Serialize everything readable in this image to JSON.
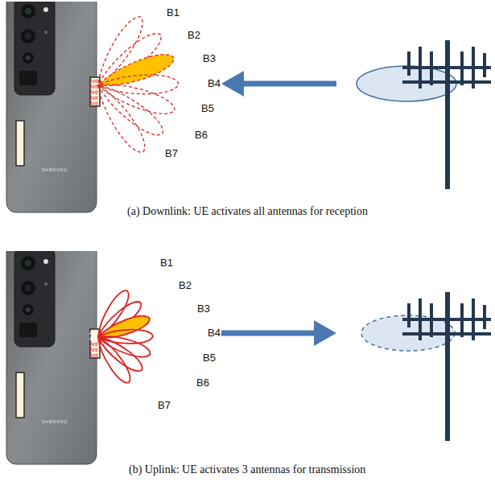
{
  "diagram": {
    "labels": [
      "B1",
      "B2",
      "B3",
      "B4",
      "B5",
      "B6",
      "B7",
      "Ant",
      "Ant",
      "Ant",
      "Ant",
      "Ant",
      "SAMSUNG",
      "(a) Downlink: UE activates all antennas for reception",
      "B1",
      "B2",
      "B3",
      "B4",
      "B5",
      "B6",
      "B7",
      "Ant",
      "Ant",
      "Ant",
      "Ant",
      "Ant",
      "SAMSUNG",
      "(b) Uplink: UE activates 3 antennas for transmission"
    ]
  }
}
